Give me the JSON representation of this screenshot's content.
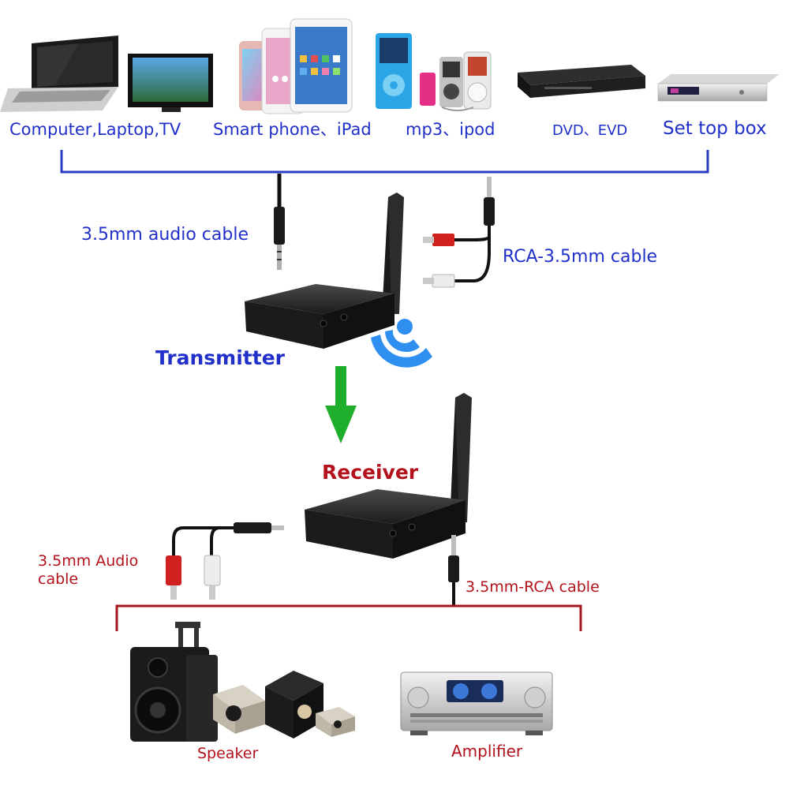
{
  "sources": [
    {
      "label": "Computer,Laptop,TV"
    },
    {
      "label": "Smart phone、iPad"
    },
    {
      "label": "mp3、ipod"
    },
    {
      "label": "DVD、EVD"
    },
    {
      "label": "Set top box"
    }
  ],
  "transmitter_cables": {
    "left": "3.5mm audio cable",
    "right": "RCA-3.5mm cable"
  },
  "transmitter_label": "Transmitter",
  "receiver_label": "Receiver",
  "receiver_cables": {
    "left_line1": "3.5mm Audio",
    "left_line2": "cable",
    "right": "3.5mm-RCA cable"
  },
  "outputs": [
    {
      "label": "Speaker"
    },
    {
      "label": "Amplifier"
    }
  ],
  "colors": {
    "blue_text": "#2130c8",
    "red_text": "#b3121c",
    "blue_bracket": "#2b3cc2",
    "red_bracket": "#a3141c",
    "arrow_green": "#1fae2b",
    "wifi_blue": "#2f8ff0"
  }
}
